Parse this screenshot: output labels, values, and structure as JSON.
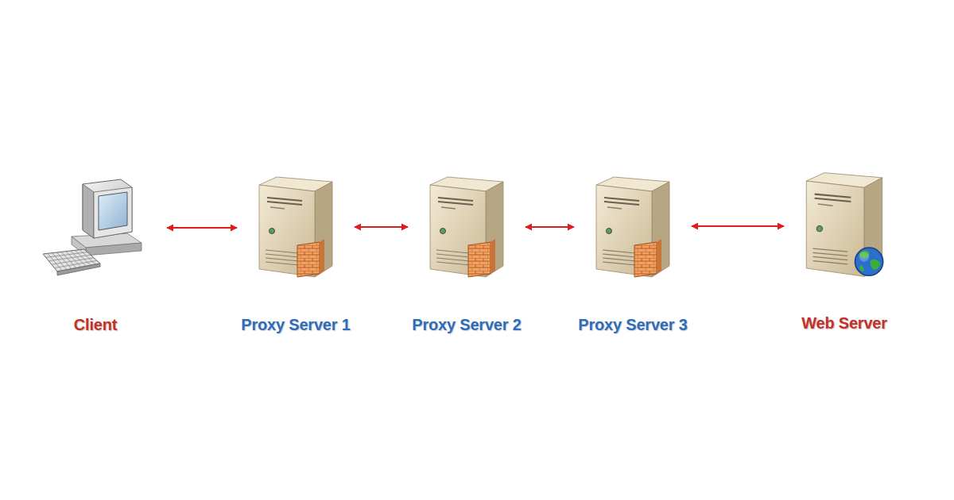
{
  "diagram": {
    "nodes": [
      {
        "text": [
          "Client"
        ]
      },
      {
        "text": [
          "Proxy Server 1"
        ]
      },
      {
        "text": [
          "Proxy Server 2"
        ]
      },
      {
        "text": [
          "Proxy Server 3"
        ]
      },
      {
        "text": [
          "Web Server"
        ]
      }
    ],
    "edges": [
      {
        "from": 0,
        "to": 1,
        "arrow": "both"
      },
      {
        "from": 1,
        "to": 2,
        "arrow": "both"
      },
      {
        "from": 2,
        "to": 3,
        "arrow": "both"
      },
      {
        "from": 3,
        "to": 4,
        "arrow": "both"
      }
    ]
  }
}
